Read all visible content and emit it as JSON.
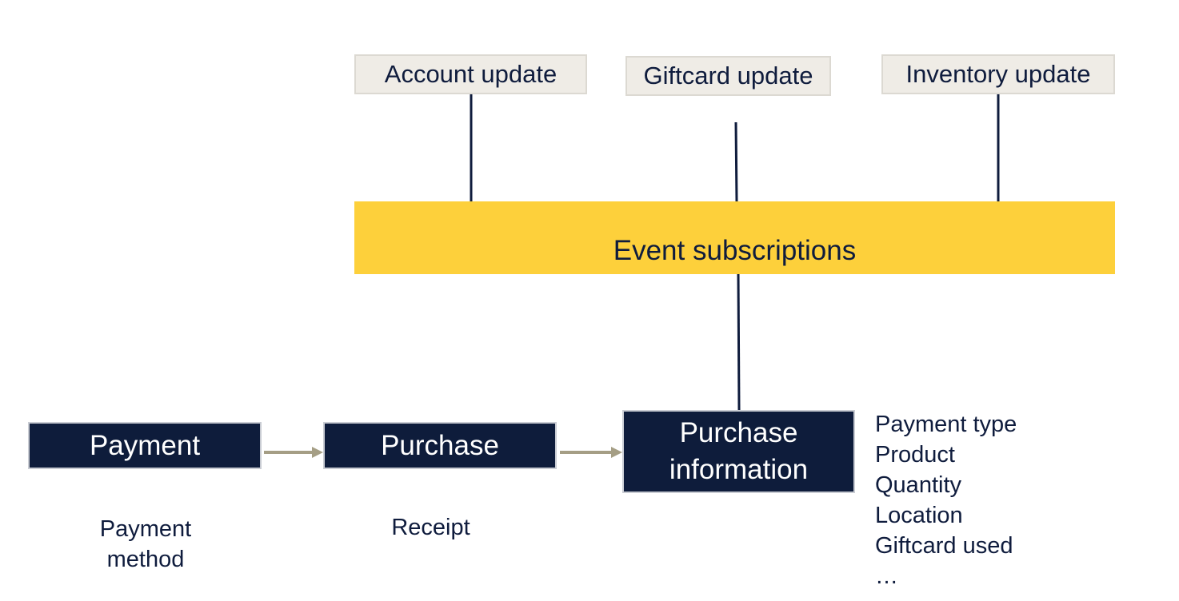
{
  "updates": {
    "account": "Account update",
    "giftcard": "Giftcard update",
    "inventory": "Inventory update"
  },
  "event_band": "Event subscriptions",
  "flow": {
    "payment": "Payment",
    "purchase": "Purchase",
    "purchase_info_line1": "Purchase",
    "purchase_info_line2": "information"
  },
  "captions": {
    "payment_line1": "Payment",
    "payment_line2": "method",
    "purchase": "Receipt"
  },
  "attributes": [
    "Payment type",
    "Product",
    "Quantity",
    "Location",
    "Giftcard used",
    "…"
  ],
  "colors": {
    "navy": "#0e1c3b",
    "yellow": "#fdd03b",
    "update_bg": "#efece6",
    "arrow": "#a59e85",
    "text": "#0f1c3d"
  }
}
